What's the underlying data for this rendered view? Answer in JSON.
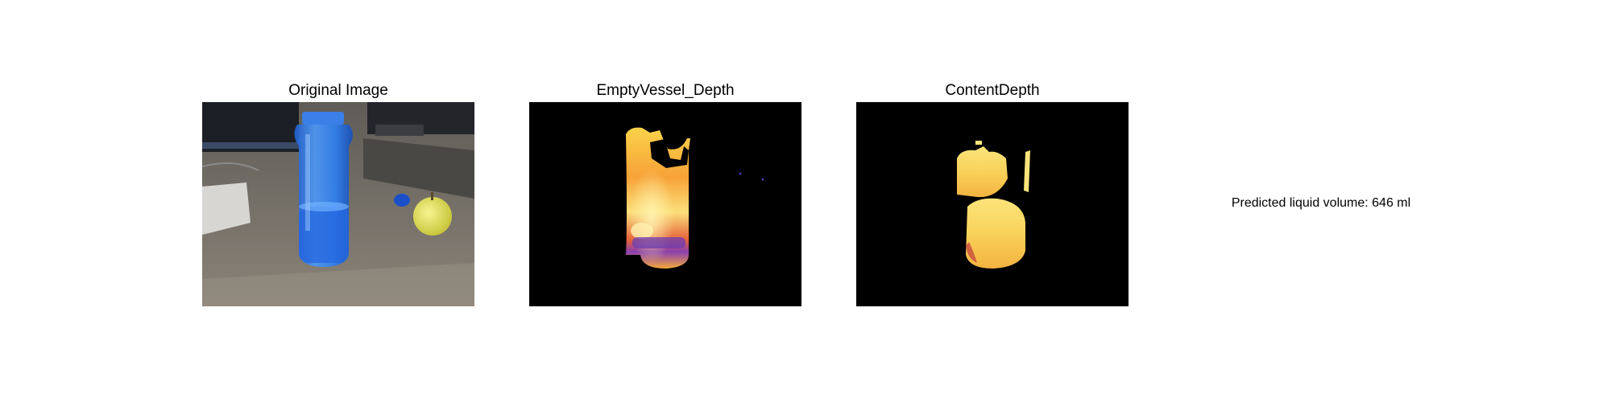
{
  "panels": [
    {
      "title": "Original Image",
      "image": "photo of a blue plastic water bottle on a desk next to a yellow apple"
    },
    {
      "title": "EmptyVessel_Depth",
      "image": "depth map of empty vessel, inferno colormap on black background"
    },
    {
      "title": "ContentDepth",
      "image": "depth map of liquid content, yellow/orange on black background"
    }
  ],
  "annotation": "Predicted liquid volume: 646 ml",
  "colors": {
    "background": "#ffffff",
    "depth_background": "#000000",
    "bottle_blue": "#2f7ff0",
    "apple_yellow": "#e6e35a",
    "depth_yellow": "#fbe26a",
    "depth_orange": "#f49a3a",
    "depth_purple": "#7a3fb8"
  }
}
